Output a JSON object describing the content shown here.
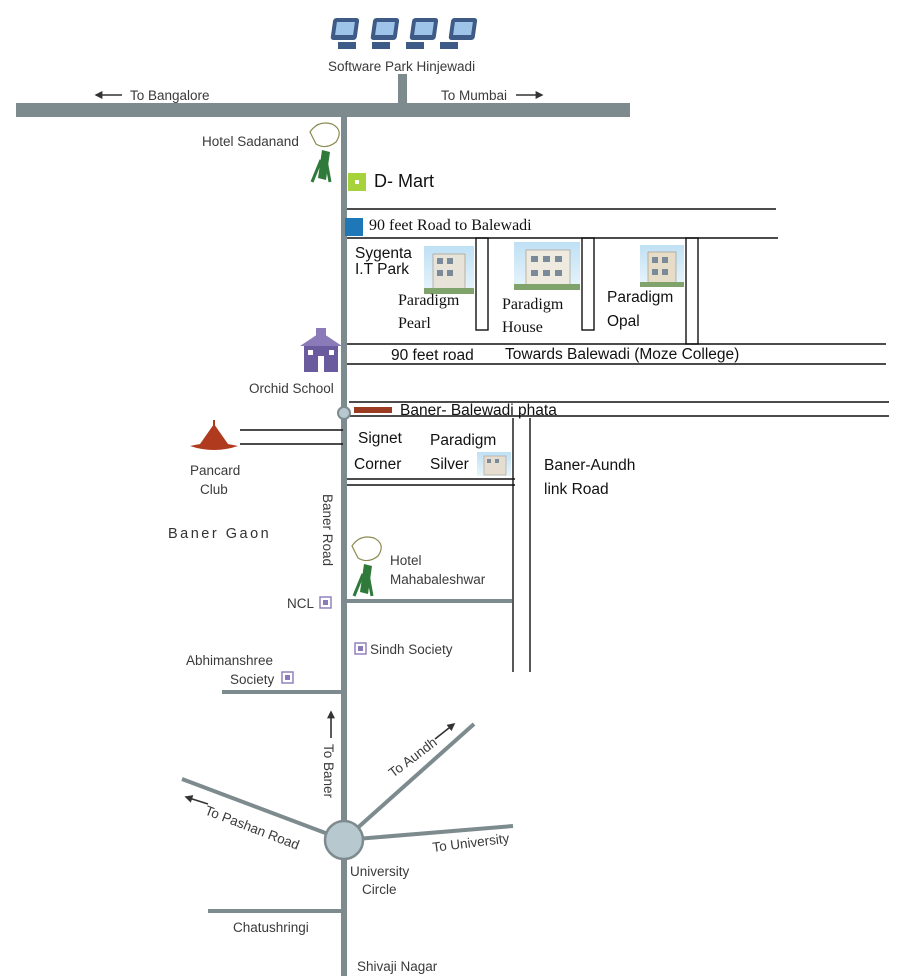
{
  "colors": {
    "road": "#7d8b8f",
    "thin_road": "#111111",
    "dmart_marker": "#a6d23c",
    "balewadi_marker": "#1e78b8",
    "phata_marker": "#9b3b22",
    "school": "#6a5a9e",
    "pancard": "#b03a1e",
    "circle": "#b7c8cf"
  },
  "landmarks": {
    "software_park": "Software Park Hinjewadi",
    "to_bangalore": "To Bangalore",
    "to_mumbai": "To Mumbai",
    "hotel_sadanand": "Hotel Sadanand",
    "dmart": "D- Mart",
    "road_90ft_top": "90 feet Road to Balewadi",
    "sygenta_1": "Sygenta",
    "sygenta_2": "I.T Park",
    "pearl_1": "Paradigm",
    "pearl_2": "Pearl",
    "house_1": "Paradigm",
    "house_2": "House",
    "opal_1": "Paradigm",
    "opal_2": "Opal",
    "road_90ft": "90 feet road",
    "towards_balewadi": "Towards Balewadi (Moze College)",
    "orchid_school": "Orchid School",
    "phata": "Baner- Balewadi phata",
    "signet_1": "Signet",
    "signet_2": "Corner",
    "silver_1": "Paradigm",
    "silver_2": "Silver",
    "link_road_1": "Baner-Aundh",
    "link_road_2": "link Road",
    "pancard_1": "Pancard",
    "pancard_2": "Club",
    "baner_gaon": "Baner Gaon",
    "baner_road": "Baner Road",
    "hotel_m_1": "Hotel",
    "hotel_m_2": "Mahabaleshwar",
    "ncl": "NCL",
    "sindh": "Sindh Society",
    "abhi_1": "Abhimanshree",
    "abhi_2": "Society",
    "to_baner": "To Baner",
    "to_aundh": "To Aundh",
    "to_pashan": "To Pashan Road",
    "to_university": "To University",
    "univ_1": "University",
    "univ_2": "Circle",
    "chatushringi": "Chatushringi",
    "shivaji": "Shivaji Nagar"
  }
}
